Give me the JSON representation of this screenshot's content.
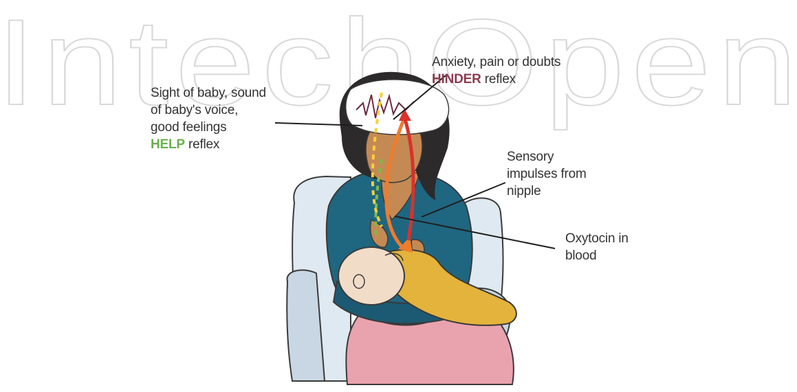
{
  "watermark": {
    "text": "IntechOpen"
  },
  "labels": {
    "anxiety": {
      "line1": "Anxiety, pain or doubts",
      "emphasis": "HINDER",
      "rest": " reflex"
    },
    "sight": {
      "line1": "Sight of baby, sound",
      "line2": "of baby's voice,",
      "line3": "good feelings",
      "emphasis": "HELP",
      "rest": " reflex"
    },
    "sensory": {
      "line1": "Sensory",
      "line2": "impulses from",
      "line3": "nipple"
    },
    "oxytocin": {
      "line1": "Oxytocin in",
      "line2": "blood"
    }
  },
  "colors": {
    "hinder": "#8b3a4e",
    "help": "#6ab04c",
    "arrow_red": "#d8322b",
    "arrow_orange": "#ee7c2c",
    "mother_top": "#1f6680",
    "baby_outfit": "#e4b33c",
    "blanket": "#e9a3ae",
    "chair": "#dfe9f1",
    "skin": "#c58a54"
  }
}
